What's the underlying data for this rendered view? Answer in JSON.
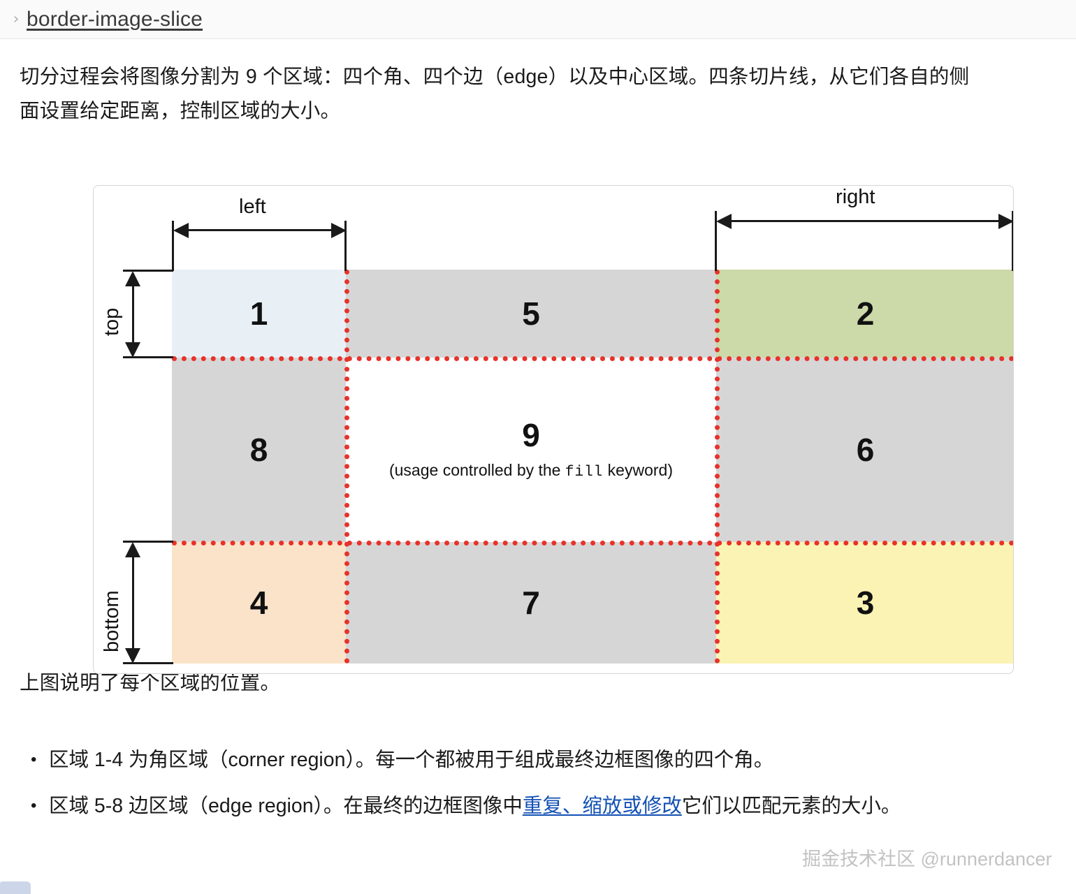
{
  "breadcrumb": {
    "chevron_icon": "chevron-right-icon",
    "title": "border-image-slice"
  },
  "intro": {
    "line1": "切分过程会将图像分割为 9 个区域：四个角、四个边（edge）以及中心区域。四条切片线，从它们各自的侧",
    "line2": "面设置给定距离，控制区域的大小。"
  },
  "figure": {
    "caption_after": "上图说明了每个区域的位置。",
    "dimensions": {
      "left": "left",
      "right": "right",
      "top": "top",
      "bottom": "bottom"
    },
    "regions": [
      {
        "id": "corner-top-left",
        "number": "1",
        "color": "#e8f0f6",
        "role": "corner"
      },
      {
        "id": "edge-top",
        "number": "5",
        "color": "#d6d6d6",
        "role": "edge"
      },
      {
        "id": "corner-top-right",
        "number": "2",
        "color": "#ccd9a8",
        "role": "corner"
      },
      {
        "id": "edge-left",
        "number": "8",
        "color": "#d6d6d6",
        "role": "edge"
      },
      {
        "id": "center",
        "number": "9",
        "color": "#ffffff",
        "role": "center",
        "note_before": "(usage controlled by the ",
        "note_code": "fill",
        "note_after": " keyword)"
      },
      {
        "id": "edge-right",
        "number": "6",
        "color": "#d6d6d6",
        "role": "edge"
      },
      {
        "id": "corner-bottom-left",
        "number": "4",
        "color": "#fae3c8",
        "role": "corner"
      },
      {
        "id": "edge-bottom",
        "number": "7",
        "color": "#d6d6d6",
        "role": "edge"
      },
      {
        "id": "corner-bottom-right",
        "number": "3",
        "color": "#fbf3b4",
        "role": "corner"
      }
    ],
    "slice_line_color": "#e8322a"
  },
  "bullets": [
    {
      "pre": "区域 1-4 为角区域（corner region）。每一个都被用于组成最终边框图像的四个角。",
      "link": "",
      "post": ""
    },
    {
      "pre": "区域 5-8 边区域（edge region）。在最终的边框图像中",
      "link": "重复、缩放或修改",
      "post": "它们以匹配元素的大小。"
    }
  ],
  "watermark": "掘金技术社区 @runnerdancer",
  "colors": {
    "link": "#1351b4",
    "slice": "#e8322a",
    "gray": "#d6d6d6",
    "card_border": "#d5d5d5"
  }
}
